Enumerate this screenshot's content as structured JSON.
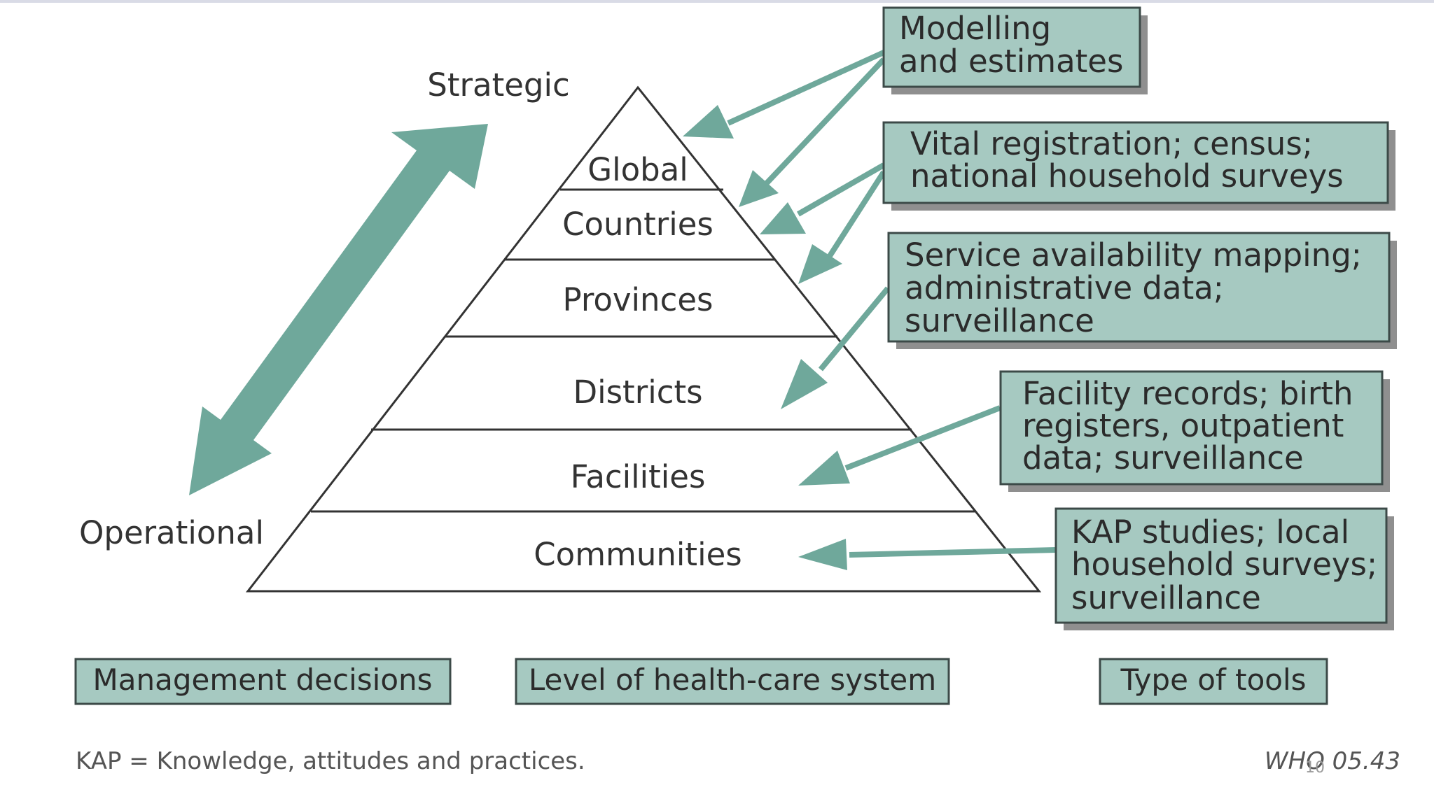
{
  "axis": {
    "top_label": "Strategic",
    "bottom_label": "Operational"
  },
  "levels": [
    "Global",
    "Countries",
    "Provinces",
    "Districts",
    "Facilities",
    "Communities"
  ],
  "tools": [
    [
      "Modelling",
      "and estimates"
    ],
    [
      "Vital registration; census;",
      "national household surveys"
    ],
    [
      "Service availability mapping;",
      "administrative data;",
      "surveillance"
    ],
    [
      "Facility records; birth",
      "registers, outpatient",
      "data; surveillance"
    ],
    [
      "KAP studies; local",
      "household surveys;",
      "surveillance"
    ]
  ],
  "captions": {
    "management": "Management decisions",
    "level": "Level of health-care system",
    "tools": "Type of tools"
  },
  "footnote": "KAP = Knowledge, attitudes and practices.",
  "source": "WHO 05.43",
  "page_number": "10",
  "colors": {
    "accent": "#6fa89b",
    "box_fill": "#a6c9c1",
    "box_border": "#3c4a48"
  }
}
